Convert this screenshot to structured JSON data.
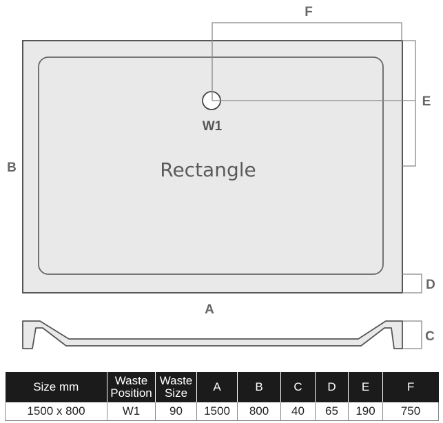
{
  "labels": {
    "width": "A",
    "length": "B",
    "depth": "C",
    "lip": "D",
    "waste_from_top": "E",
    "waste_from_right": "F",
    "waste": "W1",
    "shape": "Rectangle"
  },
  "colors": {
    "tray_fill": "#e9e9e9",
    "outline": "#555555",
    "dimension_lines": "#888888",
    "header_bg": "#1b1b1b"
  },
  "table": {
    "headers": [
      "Size mm",
      "Waste Position",
      "Waste Size",
      "A",
      "B",
      "C",
      "D",
      "E",
      "F"
    ],
    "rows": [
      [
        "1500 x 800",
        "W1",
        "90",
        "1500",
        "800",
        "40",
        "65",
        "190",
        "750"
      ]
    ]
  }
}
